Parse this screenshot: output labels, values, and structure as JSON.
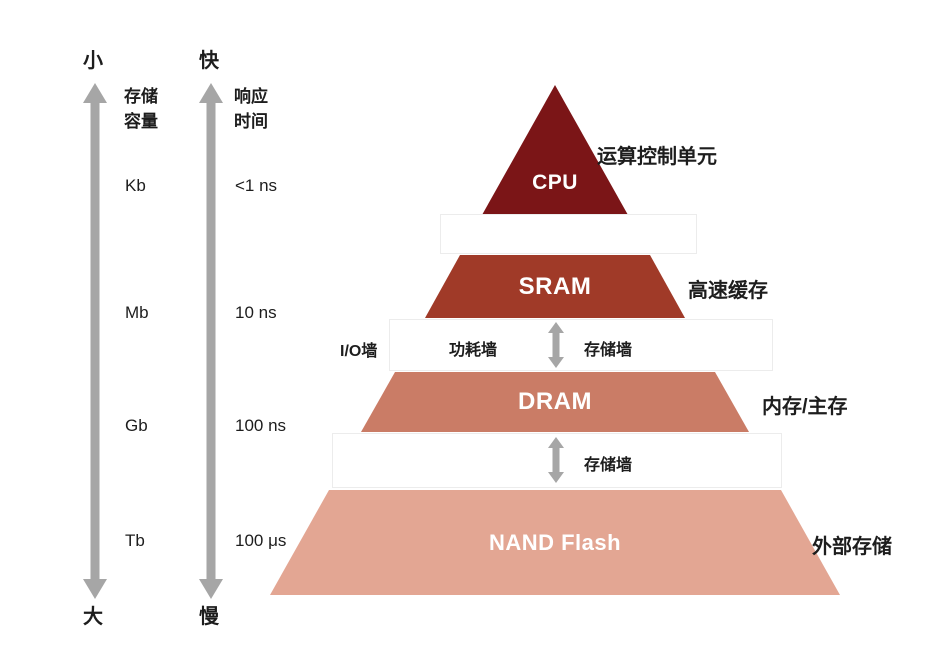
{
  "axes": {
    "capacity": {
      "top": "小",
      "bottom": "大",
      "title_line1": "存储",
      "title_line2": "容量",
      "ticks": [
        "Kb",
        "Mb",
        "Gb",
        "Tb"
      ]
    },
    "speed": {
      "top": "快",
      "bottom": "慢",
      "title_line1": "响应",
      "title_line2": "时间",
      "ticks": [
        "<1 ns",
        "10 ns",
        "100 ns",
        "100 μs"
      ]
    }
  },
  "pyramid": {
    "levels": [
      {
        "name": "CPU",
        "annotation": "运算控制单元",
        "color": "#7b1517"
      },
      {
        "name": "SRAM",
        "annotation": "高速缓存",
        "color": "#a03a28"
      },
      {
        "name": "DRAM",
        "annotation": "内存/主存",
        "color": "#ca7c66"
      },
      {
        "name": "NAND Flash",
        "annotation": "外部存储",
        "color": "#e3a693"
      }
    ],
    "walls": {
      "io": "I/O墙",
      "power": "功耗墙",
      "memory_upper": "存储墙",
      "memory_lower": "存储墙"
    }
  },
  "colors": {
    "arrow": "#a6a6a6",
    "text": "#1d1d1d"
  }
}
